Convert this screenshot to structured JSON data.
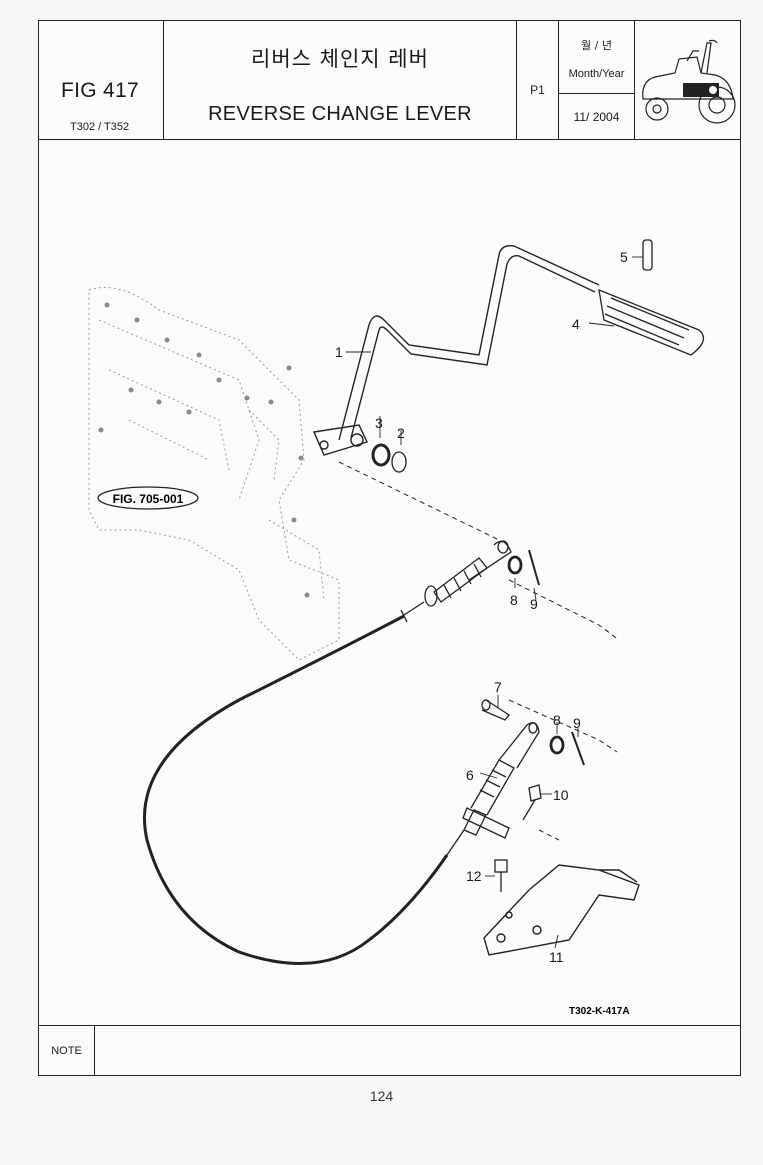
{
  "header": {
    "fig_number": "FIG 417",
    "models": "T302 / T352",
    "title_ko": "리버스 체인지 레버",
    "title_en": "REVERSE CHANGE LEVER",
    "page_code": "P1",
    "date_label_ko": "월 / 년",
    "date_label_en": "Month/Year",
    "date_value": "11/ 2004"
  },
  "diagram": {
    "reference_fig": "FIG. 705-001",
    "drawing_code": "T302-K-417A",
    "callouts": {
      "c1": "1",
      "c2": "2",
      "c3": "3",
      "c4": "4",
      "c5": "5",
      "c6": "6",
      "c7": "7",
      "c8a": "8",
      "c8b": "8",
      "c9a": "9",
      "c9b": "9",
      "c10": "10",
      "c11": "11",
      "c12": "12"
    }
  },
  "footer": {
    "note_label": "NOTE",
    "page_number": "124"
  },
  "colors": {
    "ink": "#1a1a1a",
    "paper": "#fbfbfa"
  }
}
